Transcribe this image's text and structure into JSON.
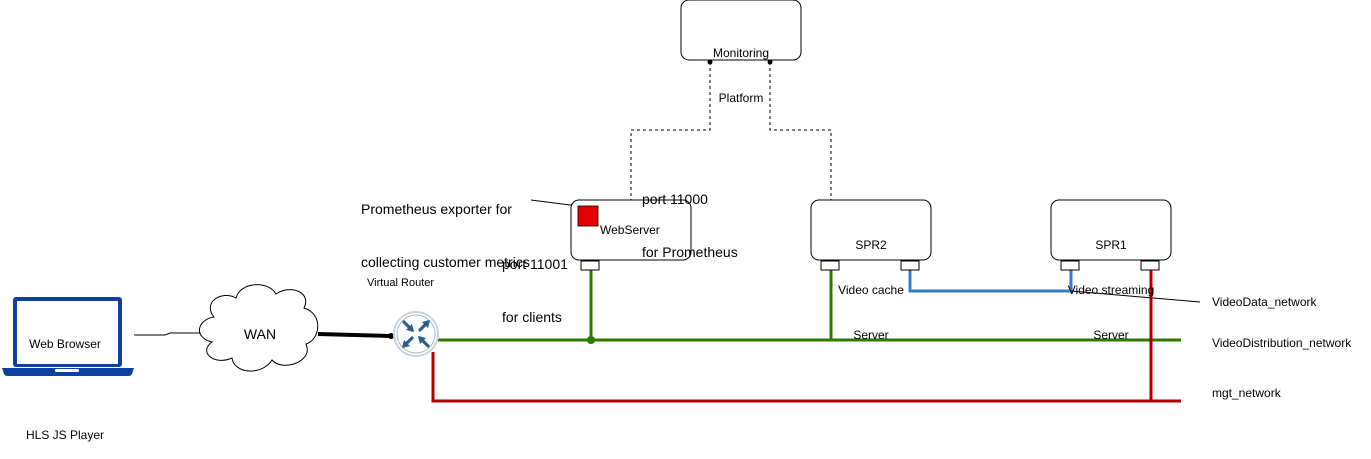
{
  "monitoring": {
    "line1": "Monitoring",
    "line2": "Platform"
  },
  "webserver": {
    "label": "WebServer"
  },
  "spr2": {
    "line1": "SPR2",
    "line2": "Video cache",
    "line3": "Server"
  },
  "spr1": {
    "line1": "SPR1",
    "line2": "Video streaming",
    "line3": "Server"
  },
  "annotations": {
    "prom_exporter_1": "Prometheus exporter for",
    "prom_exporter_2": "collecting customer metrics",
    "port_11000_1": "port 11000",
    "port_11000_2": "for Prometheus",
    "port_11001_1": "port 11001",
    "port_11001_2": "for clients"
  },
  "router": {
    "label": "Virtual Router"
  },
  "wan": {
    "label": "WAN"
  },
  "laptop": {
    "line1": "Web Browser",
    "line2": "HLS JS Player"
  },
  "networks": {
    "videodata": "VideoData_network",
    "videodistribution": "VideoDistribution_network",
    "mgt": "mgt_network"
  },
  "colors": {
    "green": "#2d7a00",
    "red": "#b20000",
    "blue": "#3a7bc8",
    "router": "#2b5f8a",
    "laptop": "#0c3f9e",
    "exporter": "#e50000"
  }
}
